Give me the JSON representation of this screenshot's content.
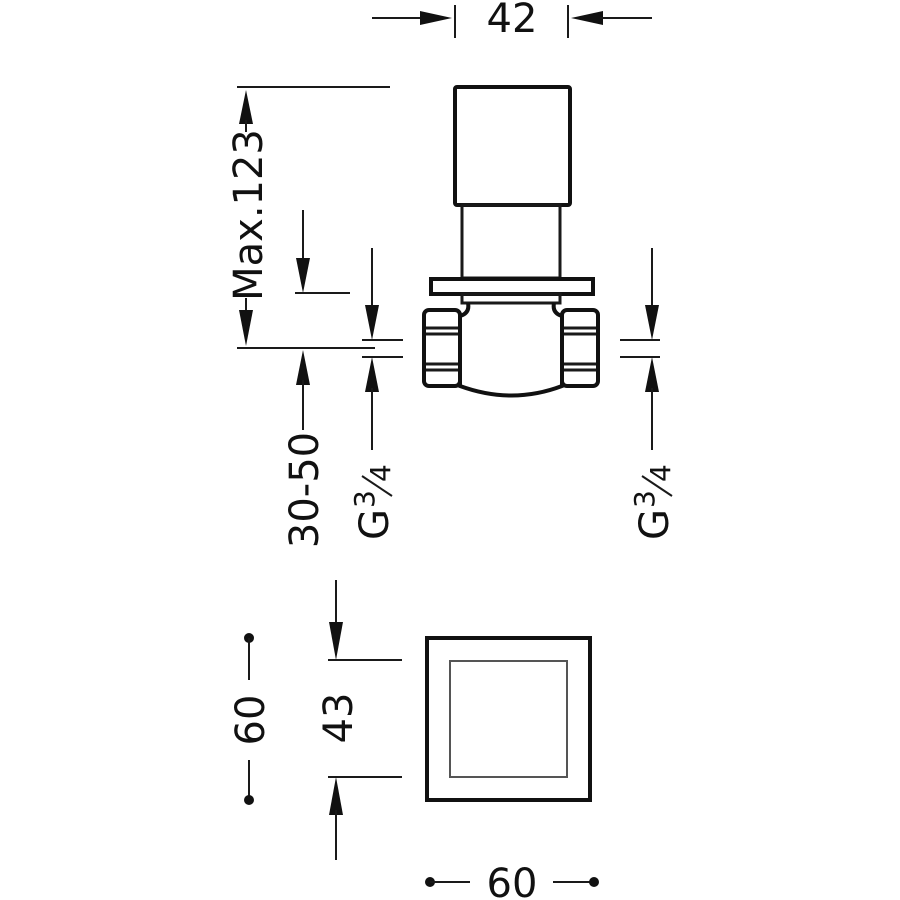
{
  "drawing": {
    "type": "technical-dimension-drawing",
    "line_color": "#111111",
    "background": "#ffffff"
  },
  "labels": {
    "top_width": "42",
    "max_height": "Max.123",
    "wall_depth": "30-50",
    "left_thread_g": "G",
    "left_thread_num": "3",
    "left_thread_den": "4",
    "right_thread_g": "G",
    "right_thread_num": "3",
    "right_thread_den": "4",
    "plate_height": "60",
    "inner_height": "43",
    "plate_width": "60"
  }
}
